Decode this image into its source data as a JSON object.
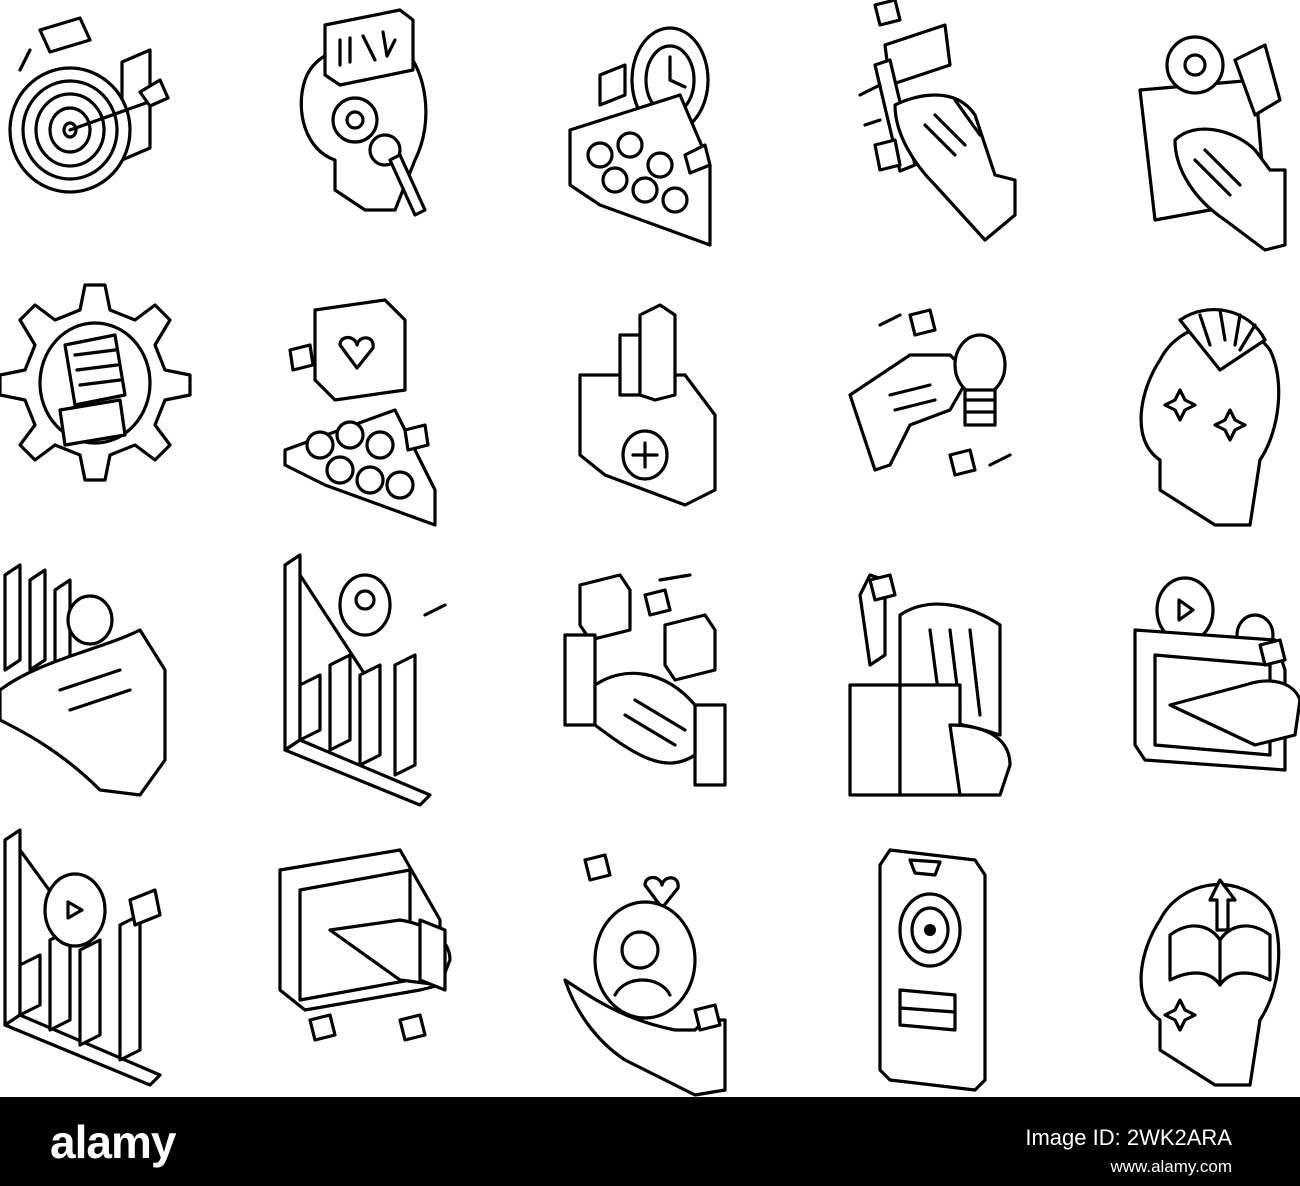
{
  "icons": [
    {
      "name": "target-arrow-icon"
    },
    {
      "name": "new-idea-head-icon"
    },
    {
      "name": "team-time-icon"
    },
    {
      "name": "hand-flag-icon"
    },
    {
      "name": "hand-folder-gear-icon"
    },
    {
      "name": "gear-fist-icon"
    },
    {
      "name": "team-heart-icon"
    },
    {
      "name": "medical-folder-icon"
    },
    {
      "name": "hand-lightbulb-icon"
    },
    {
      "name": "open-mind-head-icon"
    },
    {
      "name": "hand-gear-growth-icon"
    },
    {
      "name": "decline-chart-person-icon"
    },
    {
      "name": "handshake-chat-icon"
    },
    {
      "name": "hands-book-icon"
    },
    {
      "name": "video-presentation-icon"
    },
    {
      "name": "decline-chart-play-icon"
    },
    {
      "name": "tablet-hand-icon"
    },
    {
      "name": "hand-person-heart-icon"
    },
    {
      "name": "phone-camera-icon"
    },
    {
      "name": "head-book-icon"
    }
  ],
  "footer": {
    "logo": "alamy",
    "image_id": "Image ID: 2WK2ARA",
    "website": "www.alamy.com"
  }
}
